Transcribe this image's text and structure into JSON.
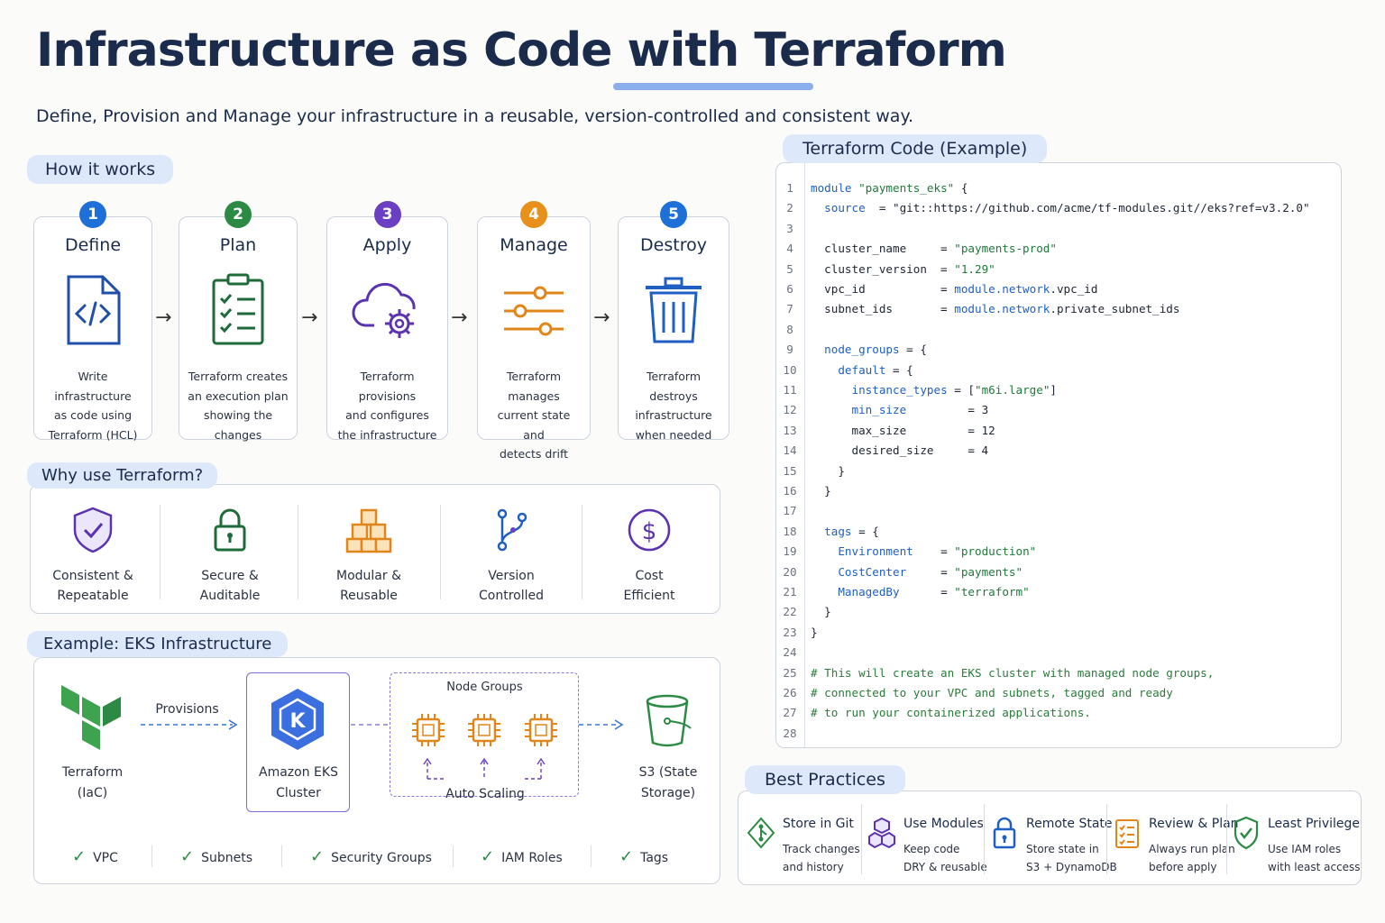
{
  "header": {
    "title": "Infrastructure as Code with Terraform",
    "subtitle": "Define, Provision and Manage your infrastructure in a reusable, version-controlled and consistent way."
  },
  "how": {
    "label": "How it works",
    "steps": [
      {
        "num": "1",
        "name": "Define",
        "desc1": "Write infrastructure",
        "desc2": "as code using",
        "desc3": "Terraform (HCL)",
        "color": "#1f6fd8",
        "icon": "code-file-icon"
      },
      {
        "num": "2",
        "name": "Plan",
        "desc1": "Terraform creates",
        "desc2": "an execution plan",
        "desc3": "showing the changes",
        "color": "#2c8a45",
        "icon": "clipboard-checklist-icon"
      },
      {
        "num": "3",
        "name": "Apply",
        "desc1": "Terraform provisions",
        "desc2": "and configures",
        "desc3": "the infrastructure",
        "color": "#6a3fc1",
        "icon": "cloud-gear-icon"
      },
      {
        "num": "4",
        "name": "Manage",
        "desc1": "Terraform manages",
        "desc2": "current state and",
        "desc3": "detects drift",
        "color": "#e8901c",
        "icon": "sliders-icon"
      },
      {
        "num": "5",
        "name": "Destroy",
        "desc1": "Terraform destroys",
        "desc2": "infrastructure",
        "desc3": "when needed",
        "color": "#1f6fd8",
        "icon": "trash-icon"
      }
    ]
  },
  "why": {
    "label": "Why use Terraform?",
    "items": [
      {
        "l1": "Consistent &",
        "l2": "Repeatable",
        "icon": "shield-check-icon"
      },
      {
        "l1": "Secure &",
        "l2": "Auditable",
        "icon": "padlock-icon"
      },
      {
        "l1": "Modular &",
        "l2": "Reusable",
        "icon": "cubes-icon"
      },
      {
        "l1": "Version",
        "l2": "Controlled",
        "icon": "git-branch-icon"
      },
      {
        "l1": "Cost",
        "l2": "Efficient",
        "icon": "dollar-icon"
      }
    ]
  },
  "eks": {
    "label": "Example: EKS Infrastructure",
    "terraform_l1": "Terraform",
    "terraform_l2": "(IaC)",
    "provisions": "Provisions",
    "eks_l1": "Amazon EKS",
    "eks_l2": "Cluster",
    "eks_letter": "K",
    "node_groups": "Node Groups",
    "auto_scaling": "Auto Scaling",
    "s3_l1": "S3 (State",
    "s3_l2": "Storage)",
    "checks": [
      "VPC",
      "Subnets",
      "Security Groups",
      "IAM Roles",
      "Tags"
    ],
    "check_mark": "✓"
  },
  "code": {
    "label": "Terraform Code (Example)",
    "lines": [
      [
        [
          "k",
          "module "
        ],
        [
          "s",
          "\"payments_eks\""
        ],
        [
          "p",
          " {"
        ]
      ],
      [
        [
          "p",
          "  "
        ],
        [
          "k",
          "source"
        ],
        [
          "p",
          "  = "
        ],
        [
          "p",
          "\"git::https://github.com/acme/tf-modules.git//eks?ref=v3.2.0\""
        ]
      ],
      [],
      [
        [
          "p",
          "  cluster_name     = "
        ],
        [
          "s",
          "\"payments-prod\""
        ]
      ],
      [
        [
          "p",
          "  cluster_version  = "
        ],
        [
          "s",
          "\"1.29\""
        ]
      ],
      [
        [
          "p",
          "  vpc_id           = "
        ],
        [
          "k",
          "module.network"
        ],
        [
          "p",
          ".vpc_id"
        ]
      ],
      [
        [
          "p",
          "  subnet_ids       = "
        ],
        [
          "k",
          "module.network"
        ],
        [
          "p",
          ".private_subnet_ids"
        ]
      ],
      [],
      [
        [
          "p",
          "  "
        ],
        [
          "k",
          "node_groups"
        ],
        [
          "p",
          " = {"
        ]
      ],
      [
        [
          "p",
          "    "
        ],
        [
          "k",
          "default"
        ],
        [
          "p",
          " = {"
        ]
      ],
      [
        [
          "p",
          "      "
        ],
        [
          "k",
          "instance_types"
        ],
        [
          "p",
          " = ["
        ],
        [
          "s",
          "\"m6i.large\""
        ],
        [
          "p",
          "]"
        ]
      ],
      [
        [
          "p",
          "      "
        ],
        [
          "k",
          "min_size"
        ],
        [
          "p",
          "         = 3"
        ]
      ],
      [
        [
          "p",
          "      max_size         = 12"
        ]
      ],
      [
        [
          "p",
          "      desired_size     = 4"
        ]
      ],
      [
        [
          "p",
          "    }"
        ]
      ],
      [
        [
          "p",
          "  }"
        ]
      ],
      [],
      [
        [
          "p",
          "  "
        ],
        [
          "k",
          "tags"
        ],
        [
          "p",
          " = {"
        ]
      ],
      [
        [
          "p",
          "    "
        ],
        [
          "k",
          "Environment"
        ],
        [
          "p",
          "    = "
        ],
        [
          "s",
          "\"production\""
        ]
      ],
      [
        [
          "p",
          "    "
        ],
        [
          "k",
          "CostCenter"
        ],
        [
          "p",
          "     = "
        ],
        [
          "s",
          "\"payments\""
        ]
      ],
      [
        [
          "p",
          "    "
        ],
        [
          "k",
          "ManagedBy"
        ],
        [
          "p",
          "      = "
        ],
        [
          "s",
          "\"terraform\""
        ]
      ],
      [
        [
          "p",
          "  }"
        ]
      ],
      [
        [
          "p",
          "}"
        ]
      ],
      [],
      [
        [
          "c",
          "# This will create an EKS cluster with managed node groups,"
        ]
      ],
      [
        [
          "c",
          "# connected to your VPC and subnets, tagged and ready"
        ]
      ],
      [
        [
          "c",
          "# to run your containerized applications."
        ]
      ],
      []
    ]
  },
  "best": {
    "label": "Best Practices",
    "items": [
      {
        "title": "Store in Git",
        "d1": "Track changes",
        "d2": "and history",
        "icon": "git-diamond-icon"
      },
      {
        "title": "Use Modules",
        "d1": "Keep code",
        "d2": "DRY & reusable",
        "icon": "modules-icon"
      },
      {
        "title": "Remote State",
        "d1": "Store state in",
        "d2": "S3 + DynamoDB",
        "icon": "lock-icon"
      },
      {
        "title": "Review & Plan",
        "d1": "Always run plan",
        "d2": "before apply",
        "icon": "checklist-icon"
      },
      {
        "title": "Least Privilege",
        "d1": "Use IAM roles",
        "d2": "with least access",
        "icon": "shield-icon"
      }
    ]
  }
}
